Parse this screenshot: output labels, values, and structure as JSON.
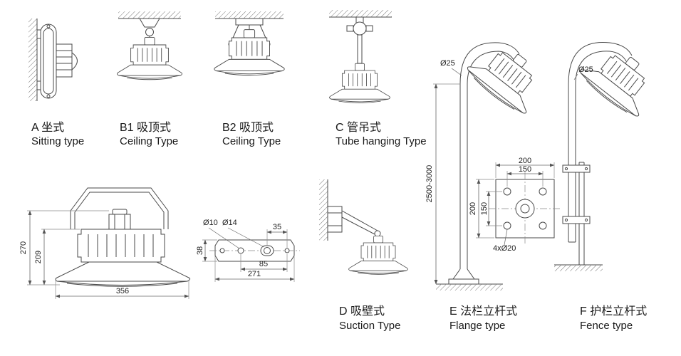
{
  "page": {
    "background": "#ffffff",
    "line_color": "#4a4a4a",
    "text_color": "#1a1a1a"
  },
  "mount_types": {
    "a": {
      "code": "A",
      "label_cn": "A 坐式",
      "label_en": "Sitting type"
    },
    "b1": {
      "code": "B1",
      "label_cn": "B1 吸顶式",
      "label_en": "Ceiling Type"
    },
    "b2": {
      "code": "B2",
      "label_cn": "B2 吸顶式",
      "label_en": "Ceiling Type"
    },
    "c": {
      "code": "C",
      "label_cn": "C 管吊式",
      "label_en": "Tube hanging Type"
    },
    "d": {
      "code": "D",
      "label_cn": "D 吸壁式",
      "label_en": "Suction Type"
    },
    "e": {
      "code": "E",
      "label_cn": "E 法栏立杆式",
      "label_en": "Flange type"
    },
    "f": {
      "code": "F",
      "label_cn": "F 护栏立杆式",
      "label_en": "Fence type"
    }
  },
  "dimensions": {
    "front_view": {
      "total_height": "270",
      "body_height": "209",
      "shade_diameter": "356"
    },
    "bracket_view": {
      "hole_small": "Ø10",
      "hole_large": "Ø14",
      "offset_top": "35",
      "plate_height": "38",
      "hole_span": "85",
      "plate_length": "271"
    },
    "pole": {
      "diameter_e": "Ø25",
      "diameter_f": "Ø25",
      "height_range": "2500-3000"
    },
    "flange": {
      "outer_width": "200",
      "hole_span_width": "150",
      "outer_height": "200",
      "hole_span_height": "150",
      "bolt_holes": "4xØ20"
    }
  }
}
